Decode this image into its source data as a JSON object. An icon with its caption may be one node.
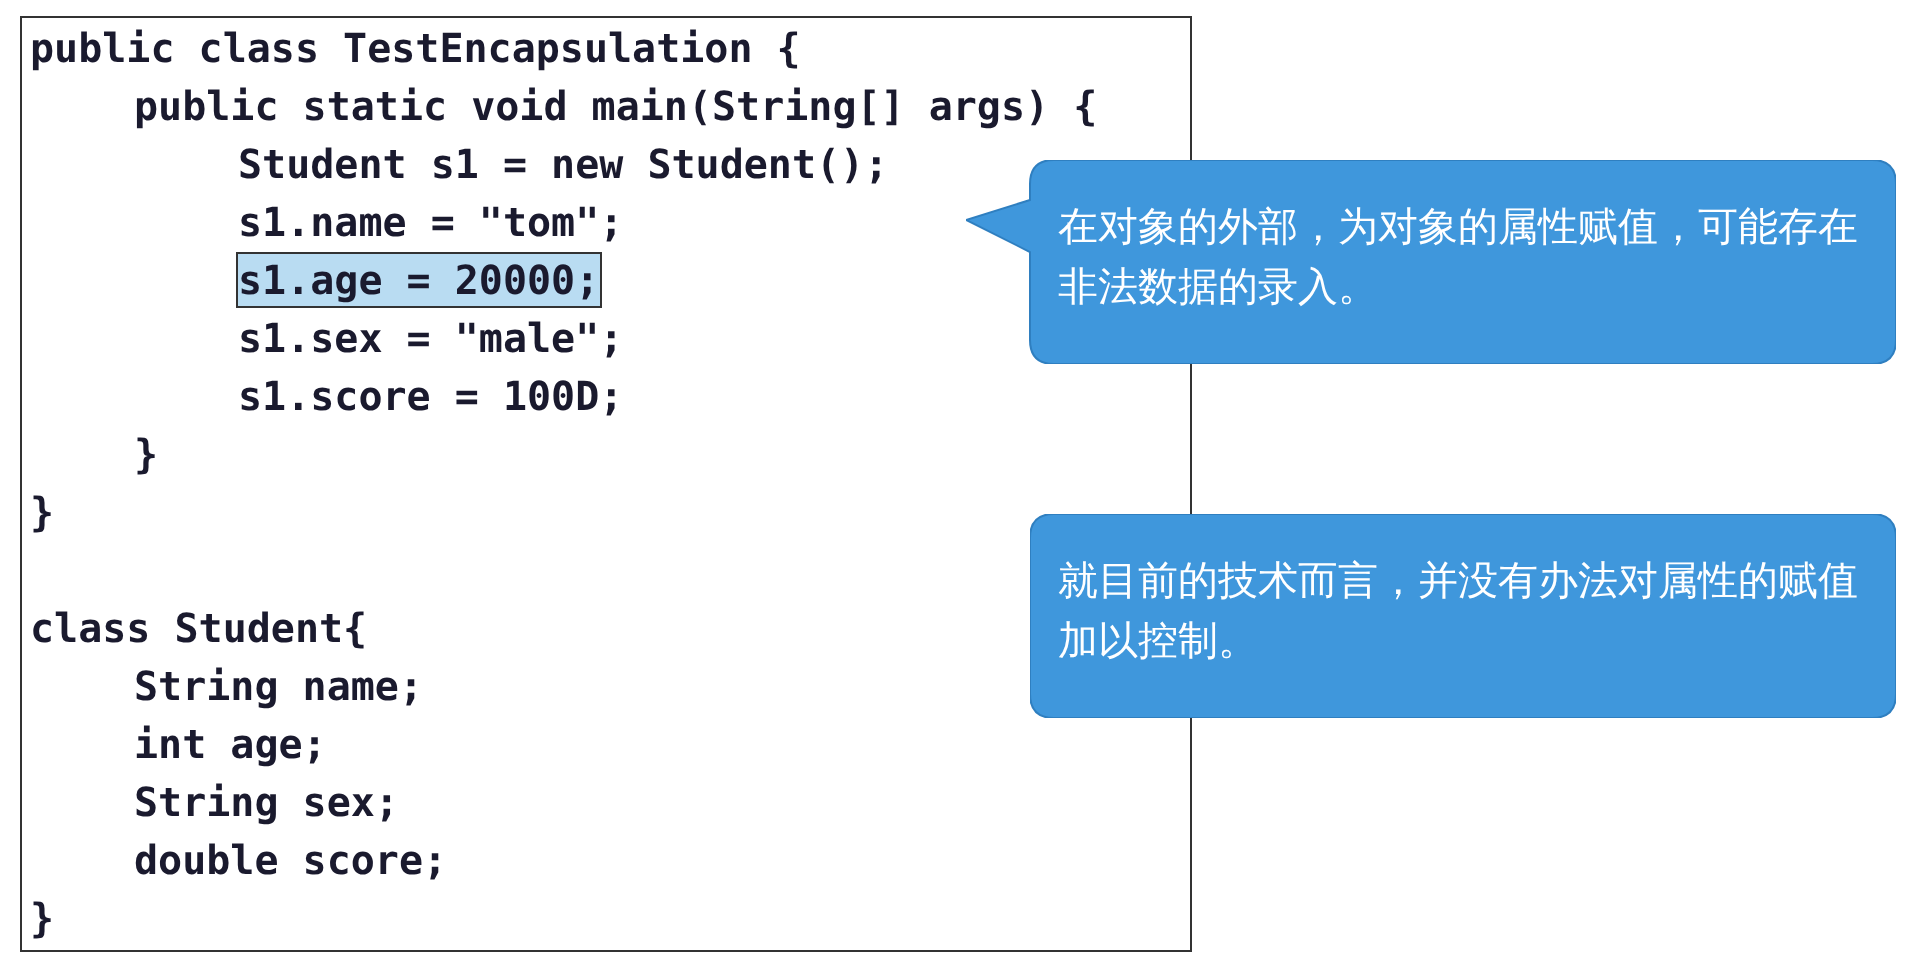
{
  "diagram": {
    "nodes": [
      {
        "text": [
          "public class TestEncapsulation {",
          "public static void main(String[] args) {",
          "Student s1 = new Student();",
          "s1.name = \"tom\";",
          "s1.age = 20000;",
          "s1.sex = \"male\";",
          "s1.score = 100D;",
          "}",
          "}",
          "class Student{",
          "String name;",
          "int age;",
          "String sex;",
          "double score;",
          "}"
        ]
      },
      {
        "text": [
          "在对象的外部，为对象的属性赋值，可能存在非法数据的录入。"
        ]
      },
      {
        "text": [
          "就目前的技术而言，并没有办法对属性的赋值加以控制。"
        ]
      }
    ]
  }
}
